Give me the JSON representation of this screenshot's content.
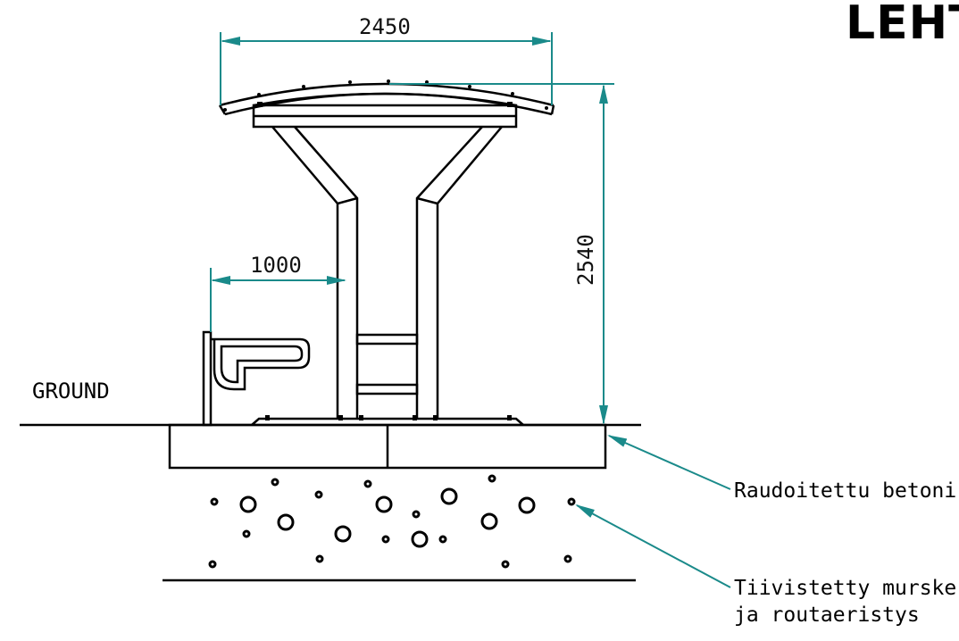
{
  "brand": {
    "text": "LEHT"
  },
  "dimensions": {
    "width": "2450",
    "height": "2540",
    "offset": "1000"
  },
  "labels": {
    "ground": "GROUND",
    "concrete": "Raudoitettu betoni",
    "gravel_line1": "Tiivistetty murske",
    "gravel_line2": "ja routaeristys"
  },
  "colors": {
    "dimension": "#1a8a8a",
    "drawing": "#000000",
    "text": "#111111"
  }
}
